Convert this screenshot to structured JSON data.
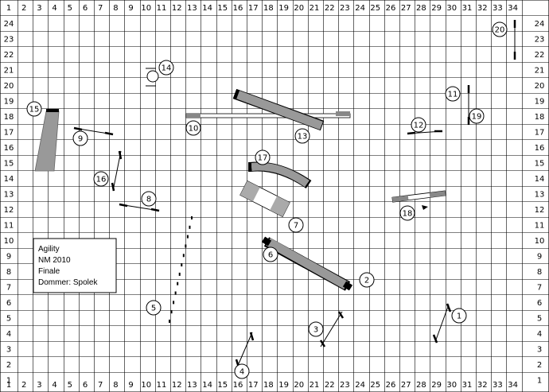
{
  "grid": {
    "cols": [
      "1",
      "2",
      "3",
      "4",
      "5",
      "6",
      "7",
      "8",
      "9",
      "10",
      "11",
      "12",
      "13",
      "14",
      "15",
      "16",
      "17",
      "18",
      "19",
      "20",
      "21",
      "22",
      "23",
      "24",
      "25",
      "26",
      "27",
      "28",
      "29",
      "30",
      "31",
      "32",
      "33",
      "34"
    ],
    "rows": [
      "24",
      "23",
      "22",
      "21",
      "20",
      "19",
      "18",
      "17",
      "16",
      "15",
      "14",
      "13",
      "12",
      "11",
      "10",
      "9",
      "8",
      "7",
      "6",
      "5",
      "4",
      "3",
      "2",
      "1"
    ]
  },
  "info_box": {
    "line1": "Agility",
    "line2": "NM 2010",
    "line3": "Finale",
    "line4": "Dommer: Spolek"
  },
  "obstacles": [
    {
      "number": "1",
      "type": "jump"
    },
    {
      "number": "2",
      "type": "tunnel"
    },
    {
      "number": "3",
      "type": "jump"
    },
    {
      "number": "4",
      "type": "jump"
    },
    {
      "number": "5",
      "type": "weave-poles"
    },
    {
      "number": "6",
      "type": "tunnel"
    },
    {
      "number": "7",
      "type": "a-frame"
    },
    {
      "number": "8",
      "type": "jump"
    },
    {
      "number": "9",
      "type": "jump"
    },
    {
      "number": "10",
      "type": "dog-walk"
    },
    {
      "number": "11",
      "type": "jump"
    },
    {
      "number": "12",
      "type": "jump"
    },
    {
      "number": "13",
      "type": "tunnel"
    },
    {
      "number": "14",
      "type": "tire"
    },
    {
      "number": "15",
      "type": "chute"
    },
    {
      "number": "16",
      "type": "jump"
    },
    {
      "number": "17",
      "type": "tunnel"
    },
    {
      "number": "18",
      "type": "seesaw"
    },
    {
      "number": "19",
      "type": "jump"
    },
    {
      "number": "20",
      "type": "jump"
    }
  ]
}
